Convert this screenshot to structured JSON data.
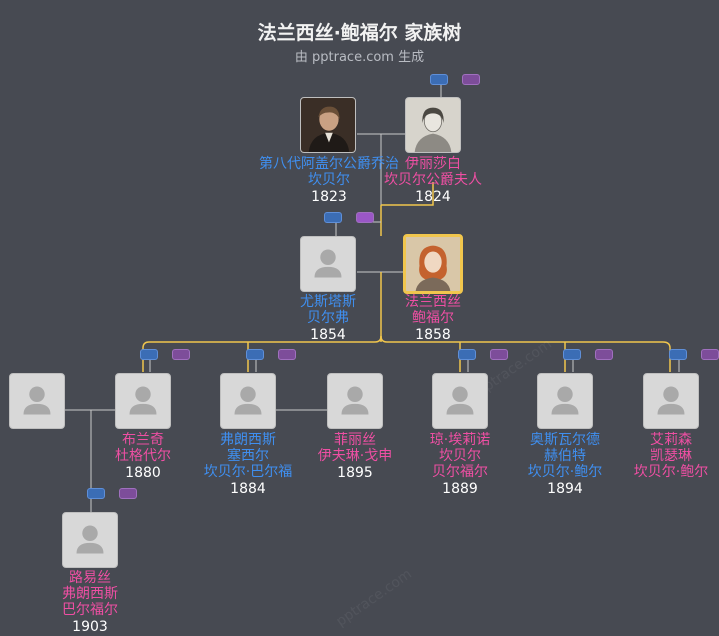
{
  "title": "法兰西丝·鲍福尔 家族树",
  "subtitle": "由 pptrace.com 生成",
  "watermark": "pptrace.com",
  "colors": {
    "male": "#3f8ff0",
    "female": "#ee4fa3",
    "focus_line": "#f1c64d",
    "line": "#c9c9c9"
  },
  "people": {
    "p8": {
      "name": [
        "第八代阿盖尔公爵乔治",
        "坎贝尔"
      ],
      "year": "1823"
    },
    "e": {
      "name": [
        "伊丽莎白",
        "坎贝尔公爵夫人"
      ],
      "year": "1824"
    },
    "u": {
      "name": [
        "尤斯塔斯",
        "贝尔弗"
      ],
      "year": "1854"
    },
    "f": {
      "name": [
        "法兰西丝",
        "鲍福尔"
      ],
      "year": "1858"
    },
    "c0": {
      "name": [],
      "year": ""
    },
    "c1": {
      "name": [
        "布兰奇",
        "杜格代尔"
      ],
      "year": "1880"
    },
    "c2": {
      "name": [
        "弗朗西斯",
        "塞西尔",
        "坎贝尔·巴尔福"
      ],
      "year": "1884"
    },
    "c3": {
      "name": [
        "菲丽丝",
        "伊夫琳·戈申"
      ],
      "year": "1895"
    },
    "c4": {
      "name": [
        "琼·埃莉诺",
        "坎贝尔",
        "贝尔福尔"
      ],
      "year": "1889"
    },
    "c5": {
      "name": [
        "奥斯瓦尔德",
        "赫伯特",
        "坎贝尔·鲍尔"
      ],
      "year": "1894"
    },
    "c6": {
      "name": [
        "艾莉森",
        "凯瑟琳",
        "坎贝尔·鲍尔"
      ],
      "year": ""
    },
    "g1": {
      "name": [
        "路易丝",
        "弗朗西斯",
        "巴尔福尔"
      ],
      "year": "1903"
    }
  }
}
